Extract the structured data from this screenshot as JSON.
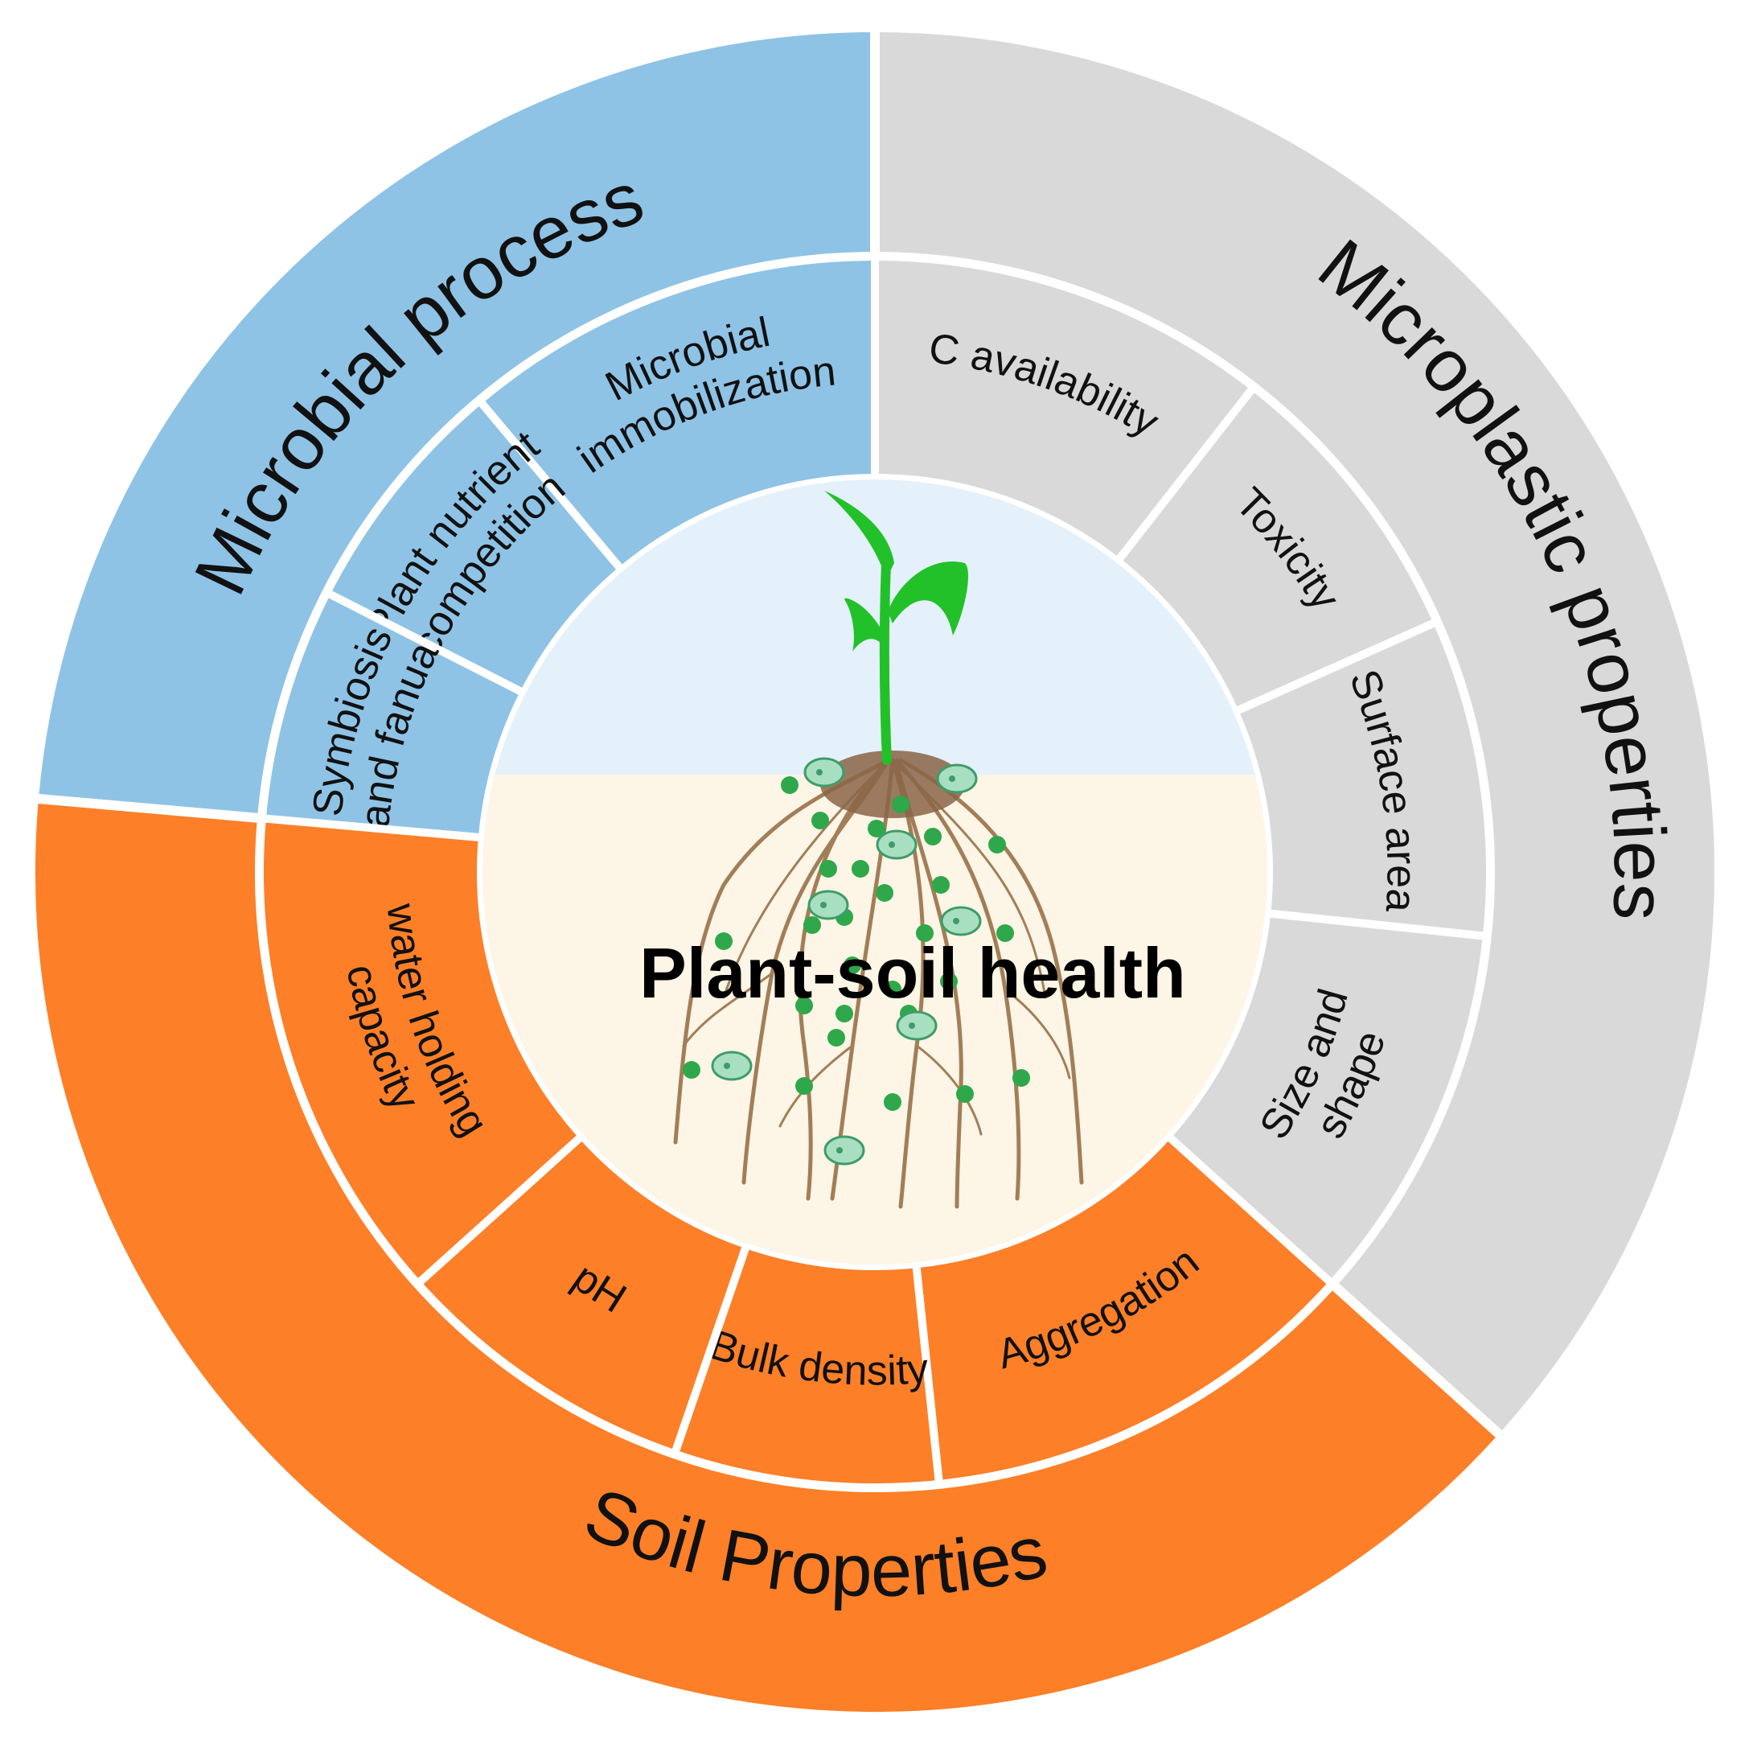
{
  "center": {
    "title": "Plant-soil health",
    "sky_color": "#e4f1fa",
    "soil_color": "#fdf5e6",
    "plant_color": "#22c12a",
    "root_color": "#a27e58",
    "microbe_color": "#2ea84a"
  },
  "outer_ring": [
    {
      "id": "microbial",
      "label": "Microbial process",
      "color": "#8ec3e6"
    },
    {
      "id": "microplastic",
      "label": "Microplastic properties",
      "color": "#d9d9d9"
    },
    {
      "id": "soil",
      "label": "Soil Properties",
      "color": "#fd7f28"
    }
  ],
  "inner_ring": {
    "microbial": [
      {
        "lines": [
          "Microbial",
          "immobilization"
        ]
      },
      {
        "lines": [
          "Plant nutrient",
          "competition"
        ]
      },
      {
        "lines": [
          "Symbiosis",
          "and fanua"
        ]
      }
    ],
    "microplastic": [
      {
        "lines": [
          "C availability"
        ]
      },
      {
        "lines": [
          "Toxicity"
        ]
      },
      {
        "lines": [
          "Surface area"
        ]
      },
      {
        "lines": [
          "Size and",
          "shape"
        ]
      }
    ],
    "soil": [
      {
        "lines": [
          "Aggregation"
        ]
      },
      {
        "lines": [
          "Bulk density"
        ]
      },
      {
        "lines": [
          "pH"
        ]
      },
      {
        "lines": [
          "water holding",
          "capacity"
        ]
      }
    ]
  }
}
